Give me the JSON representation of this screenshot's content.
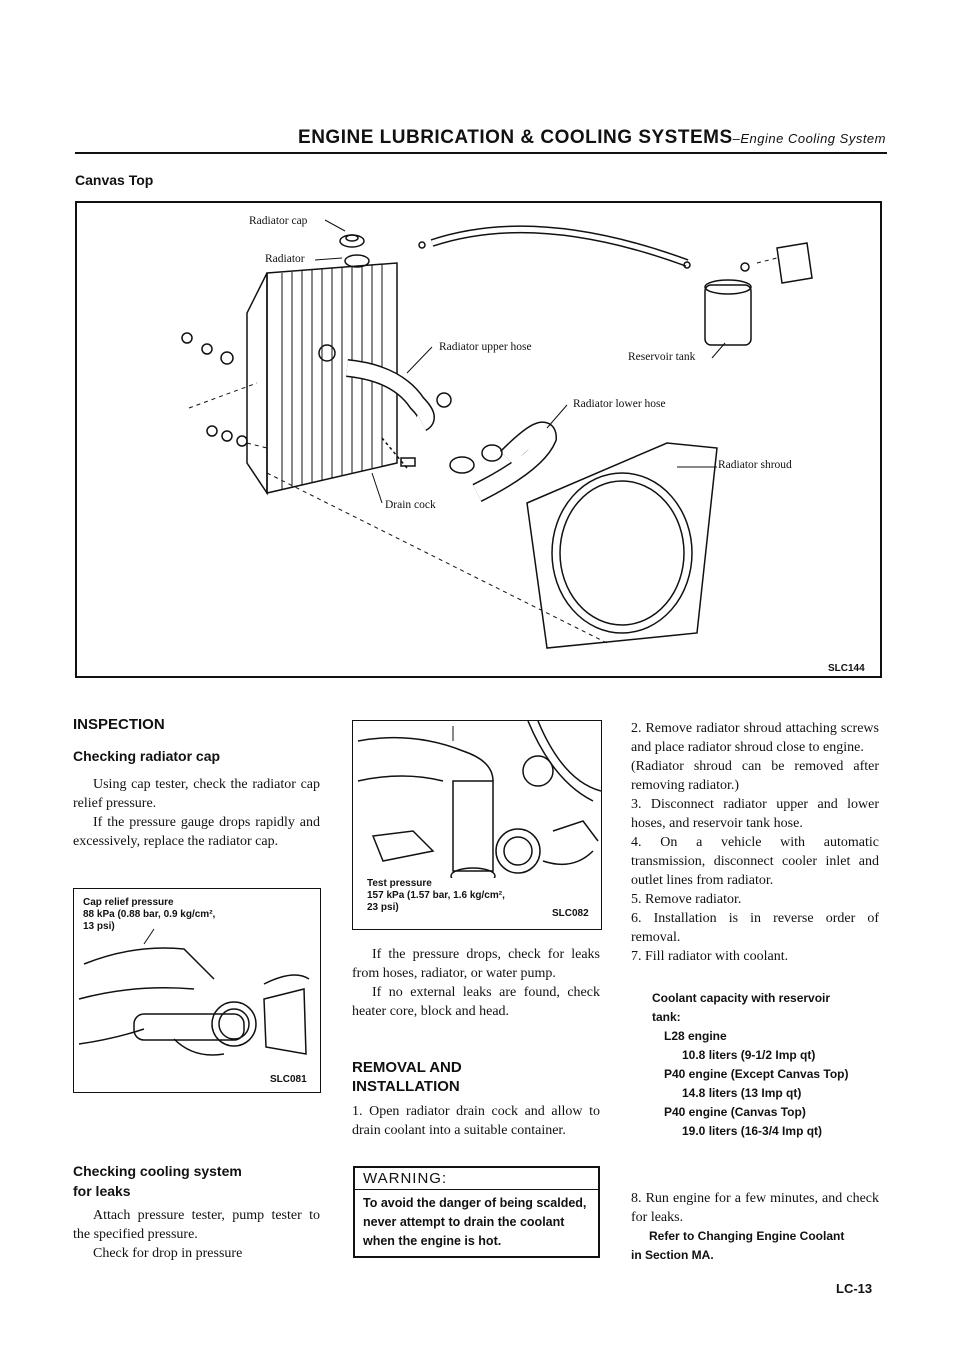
{
  "header": {
    "title": "ENGINE LUBRICATION & COOLING SYSTEMS",
    "separator": "–",
    "subtitle": "Engine Cooling System"
  },
  "section_label": "Canvas Top",
  "main_figure": {
    "labels": {
      "radiator_cap": "Radiator cap",
      "radiator": "Radiator",
      "upper_hose": "Radiator upper hose",
      "reservoir_tank": "Reservoir tank",
      "lower_hose": "Radiator lower hose",
      "shroud": "Radiator shroud",
      "drain_cock": "Drain cock"
    },
    "code": "SLC144"
  },
  "inspection": {
    "heading": "INSPECTION",
    "radiator_cap": {
      "heading": "Checking radiator cap",
      "p1": "Using cap tester, check the radiator cap relief pressure.",
      "p2": "If the pressure gauge drops rapidly and excessively, replace the radiator cap."
    },
    "fig_cap": {
      "caption_l1": "Cap relief pressure",
      "caption_l2": "88 kPa (0.88 bar, 0.9 kg/cm², ",
      "caption_l3": "13 psi)",
      "code": "SLC081"
    },
    "cooling_system": {
      "heading_l1": "Checking cooling system",
      "heading_l2": "for leaks",
      "p1": "Attach pressure tester, pump tester to the specified pressure.",
      "p2": "Check for drop in pressure"
    }
  },
  "middle": {
    "fig_test": {
      "caption_l1": "Test pressure",
      "caption_l2": "157 kPa (1.57 bar, 1.6 kg/cm²,",
      "caption_l3": "23 psi)",
      "code": "SLC082"
    },
    "p1": "If the pressure drops, check for leaks from hoses, radiator, or water pump.",
    "p2": "If no external leaks are found, check heater core, block and head.",
    "removal_heading_l1": "REMOVAL AND",
    "removal_heading_l2": "INSTALLATION",
    "step1": "1. Open radiator drain cock and allow to drain coolant into a suitable container.",
    "warning_title": "WARNING:",
    "warning_text": "To avoid the danger of being scalded, never attempt to drain the coolant when the engine is hot."
  },
  "right": {
    "step2": "2. Remove radiator shroud attaching screws and place radiator shroud close to engine.",
    "step2_note": "(Radiator shroud can be removed after removing radiator.)",
    "step3": "3. Disconnect radiator upper and lower hoses, and reservoir tank hose.",
    "step4": "4. On a vehicle with automatic transmission, disconnect cooler inlet and outlet lines from radiator.",
    "step5": "5. Remove radiator.",
    "step6": "6. Installation is in reverse order of removal.",
    "step7": "7. Fill radiator with coolant.",
    "coolant": {
      "heading_l1": "Coolant capacity with reservoir",
      "heading_l2": "tank:",
      "l28": "L28 engine",
      "l28_val": "10.8 liters (9-1/2 Imp qt)",
      "p40a": "P40 engine (Except Canvas Top)",
      "p40a_val": "14.8 liters (13 Imp qt)",
      "p40b": "P40 engine (Canvas Top)",
      "p40b_val": "19.0 liters (16-3/4 Imp qt)"
    },
    "step8": "8. Run engine for a few minutes, and check for leaks.",
    "ref_l1": "Refer to Changing Engine Coolant",
    "ref_l2": "in Section MA."
  },
  "page_number": "LC-13"
}
